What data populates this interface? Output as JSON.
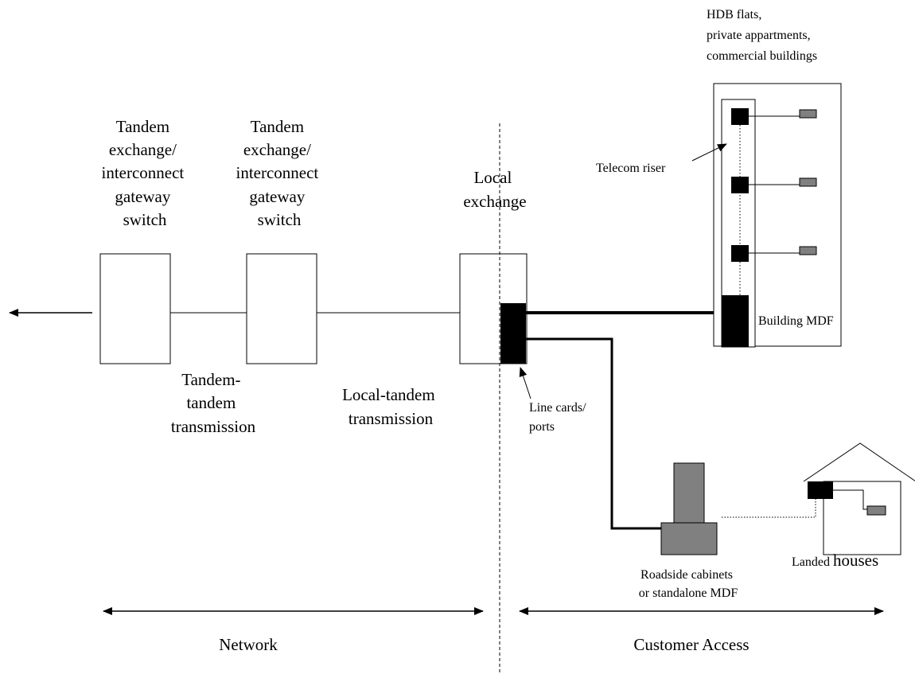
{
  "nodes": {
    "tandem1_label": [
      "Tandem",
      "exchange/",
      "interconnect",
      "gateway",
      "switch"
    ],
    "tandem2_label": [
      "Tandem",
      "exchange/",
      "interconnect",
      "gateway",
      "switch"
    ],
    "local_exchange_label": [
      "Local",
      "exchange"
    ],
    "building_label": [
      "HDB flats,",
      "private appartments,",
      "commercial buildings"
    ],
    "telecom_riser": "Telecom riser",
    "building_mdf": "Building MDF",
    "line_cards": [
      "Line cards/",
      "ports"
    ],
    "roadside": [
      "Roadside cabinets",
      "or standalone MDF"
    ],
    "landed_houses_prefix": "Landed ",
    "landed_houses_word": "houses"
  },
  "links": {
    "tandem_tandem": [
      "Tandem-",
      "tandem",
      "transmission"
    ],
    "local_tandem": [
      "Local-tandem",
      "transmission"
    ]
  },
  "spans": {
    "network": "Network",
    "customer_access": "Customer Access"
  },
  "colors": {
    "line": "#000000",
    "equipment_fill": "#808080",
    "port_fill": "#000000"
  }
}
